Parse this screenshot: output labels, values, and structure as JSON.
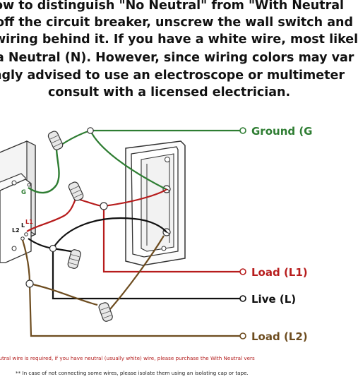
{
  "header": {
    "line1": "ow to distinguish \"No Neutral\" from \"With Neutral",
    "line2": "off the circuit breaker, unscrew the wall switch and",
    "line3": "wiring behind it. If you have a white wire, most likel",
    "line4": "a Neutral (N). However, since wiring colors may var",
    "line5": "ngly advised  to use an electroscope or multimeter",
    "line6": "consult with a licensed electrician."
  },
  "labels": {
    "ground": "Ground (G",
    "load1": "Load (L1)",
    "live": "Live (L)",
    "load2": "Load (L2)",
    "terminal_g": "G",
    "terminal_l1": "L1",
    "terminal_l": "L",
    "terminal_l2": "L2"
  },
  "notes": {
    "note1": "eutral wire is required, if you have neutral (usually white) wire, please purchase the With Neutral vers",
    "note2": "** In case of not connecting some wires, please isolate them using an isolating cap or tape."
  },
  "colors": {
    "ground_wire": "#2e7d32",
    "load1_wire": "#b71c1c",
    "live_wire": "#111111",
    "load2_wire": "#6d4c1f",
    "ground_text": "#2e7d32",
    "load1_text": "#b71c1c",
    "live_text": "#111111",
    "load2_text": "#6d4c1f"
  }
}
